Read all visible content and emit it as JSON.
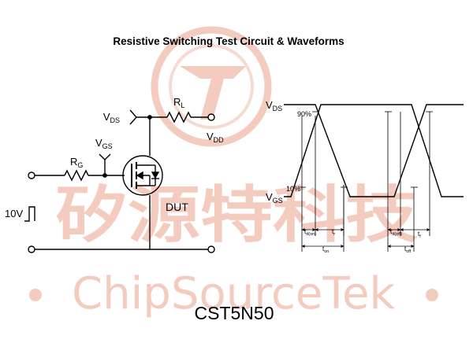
{
  "title": "Resistive Switching Test Circuit & Waveforms",
  "part_number": "CST5N50",
  "watermark": {
    "chinese_text": "矽源特科技",
    "english_text": "ChipSourceTek",
    "color": "#f3cbbf"
  },
  "circuit": {
    "source_label": "10V",
    "rg_main": "R",
    "rg_sub": "G",
    "vgs_main": "V",
    "vgs_sub": "GS",
    "vds_main": "V",
    "vds_sub": "DS",
    "rl_main": "R",
    "rl_sub": "L",
    "vdd_main": "V",
    "vdd_sub": "DD",
    "dut_label": "DUT"
  },
  "waveforms": {
    "vds_main": "V",
    "vds_sub": "DS",
    "vgs_main": "V",
    "vgs_sub": "GS",
    "pct_90": "90%",
    "pct_10": "10%",
    "td_on_main": "t",
    "td_on_sub": "d(on)",
    "tr_main": "t",
    "tr_sub": "r",
    "ton_main": "t",
    "ton_sub": "on",
    "td_off_main": "t",
    "td_off_sub": "d(off)",
    "tf_main": "t",
    "tf_sub": "f",
    "toff_main": "t",
    "toff_sub": "off"
  }
}
